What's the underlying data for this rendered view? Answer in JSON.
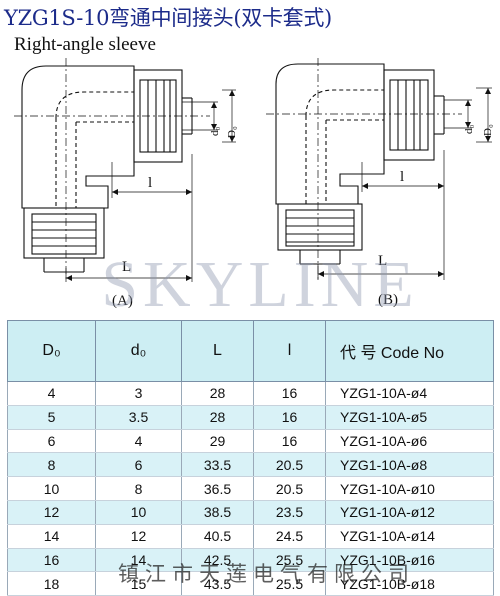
{
  "title": "YZG1S-10弯通中间接头(双卡套式)",
  "subtitle": "Right-angle sleeve",
  "drawing": {
    "label_d0_sub": "d₀",
    "label_D0": "D₀",
    "label_l": "l",
    "label_L": "L",
    "caption_a": "(A)",
    "caption_b": "(B)"
  },
  "watermark": "SKYLINE",
  "table": {
    "headers": [
      "D₀",
      "d₀",
      "L",
      "l",
      "代   号 Code No"
    ],
    "rows": [
      [
        "4",
        "3",
        "28",
        "16",
        "YZG1-10A-ø4"
      ],
      [
        "5",
        "3.5",
        "28",
        "16",
        "YZG1-10A-ø5"
      ],
      [
        "6",
        "4",
        "29",
        "16",
        "YZG1-10A-ø6"
      ],
      [
        "8",
        "6",
        "33.5",
        "20.5",
        "YZG1-10A-ø8"
      ],
      [
        "10",
        "8",
        "36.5",
        "20.5",
        "YZG1-10A-ø10"
      ],
      [
        "12",
        "10",
        "38.5",
        "23.5",
        "YZG1-10A-ø12"
      ],
      [
        "14",
        "12",
        "40.5",
        "24.5",
        "YZG1-10A-ø14"
      ],
      [
        "16",
        "14",
        "42.5",
        "25.5",
        "YZG1-10B-ø16"
      ],
      [
        "18",
        "15",
        "43.5",
        "25.5",
        "YZG1-10B-ø18"
      ]
    ]
  },
  "footer_watermark": "镇江市天莲电气有限公司"
}
